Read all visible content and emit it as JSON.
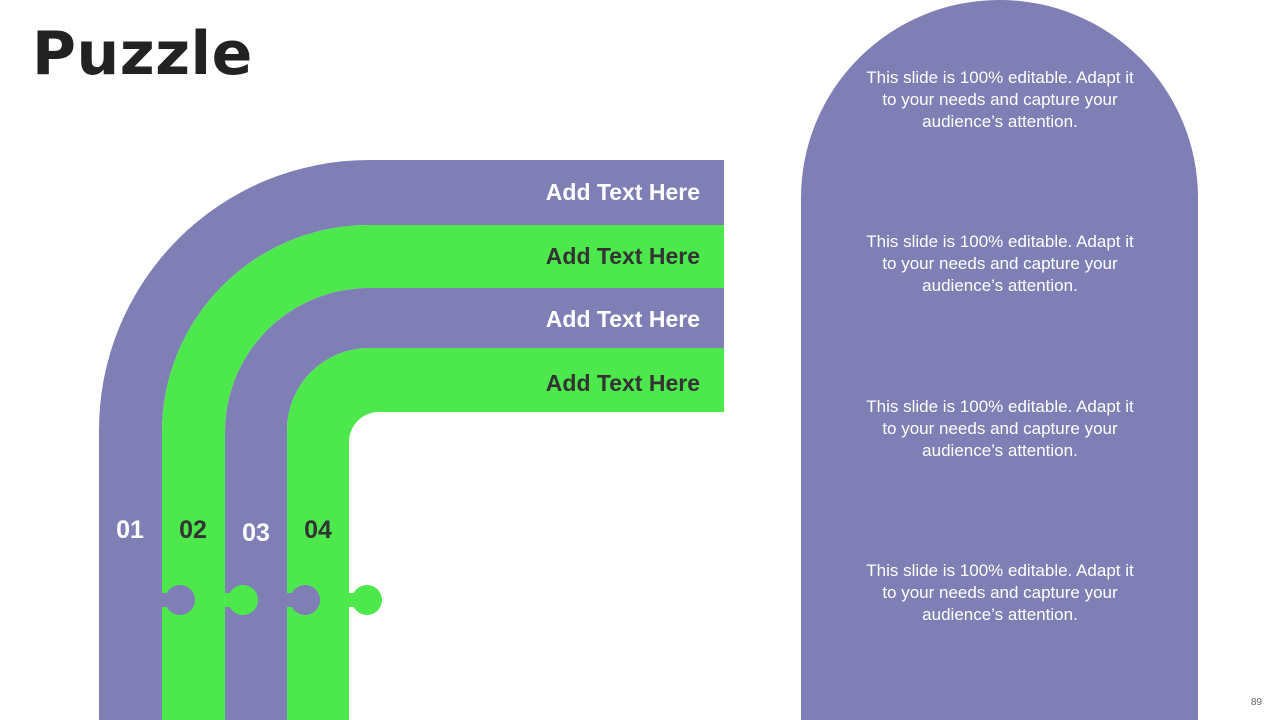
{
  "slide": {
    "title": "Puzzle",
    "page_number": "89"
  },
  "colors": {
    "purple": "#7f7fb6",
    "green": "#4ce84c",
    "dark_text": "#333333",
    "light_text": "#ffffff"
  },
  "bands": [
    {
      "label": "Add Text Here",
      "number": "01",
      "color": "purple"
    },
    {
      "label": "Add Text Here",
      "number": "02",
      "color": "green"
    },
    {
      "label": "Add Text Here",
      "number": "03",
      "color": "purple"
    },
    {
      "label": "Add Text Here",
      "number": "04",
      "color": "green"
    }
  ],
  "notes": [
    {
      "text": "This slide is 100% editable. Adapt it to your needs and capture your audience’s attention."
    },
    {
      "text": "This slide is 100% editable. Adapt it to your needs and capture your audience’s attention."
    },
    {
      "text": "This slide is 100% editable. Adapt it to your needs and capture your audience’s attention."
    },
    {
      "text": "This slide is 100% editable. Adapt it to your needs and capture your audience’s attention."
    }
  ]
}
